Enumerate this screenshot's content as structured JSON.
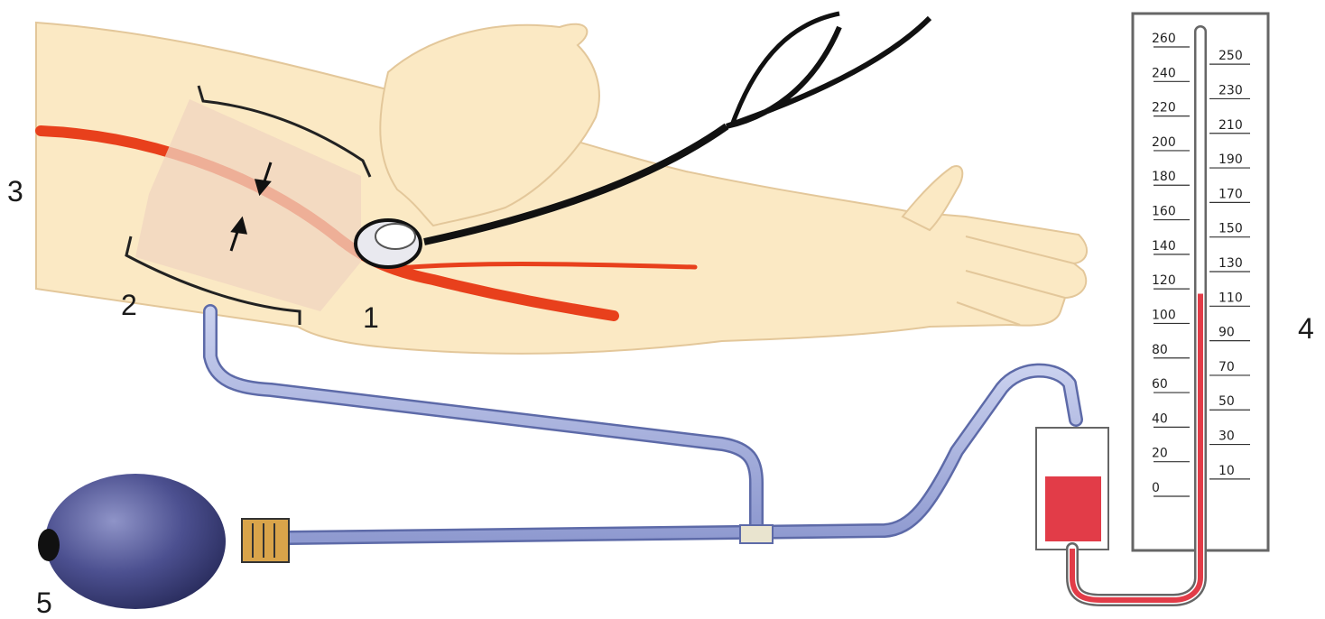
{
  "labels": {
    "stethoscope": "1",
    "cuff": "2",
    "artery": "3",
    "manometer": "4",
    "bulb": "5"
  },
  "manometer": {
    "left_scale": [
      "260",
      "240",
      "220",
      "200",
      "180",
      "160",
      "140",
      "120",
      "100",
      "80",
      "60",
      "40",
      "20",
      "0"
    ],
    "right_scale": [
      "250",
      "230",
      "210",
      "190",
      "170",
      "150",
      "130",
      "110",
      "90",
      "70",
      "50",
      "30",
      "10"
    ],
    "mercury_level_mmHg": 112
  },
  "colors": {
    "skin": "#fbe9c4",
    "skin_outline": "#e3c79a",
    "artery": "#e8401c",
    "tube": "#a7b2dc",
    "tube_outline": "#5d6aa8",
    "bulb": "#4c5090",
    "mercury": "#e23c48",
    "cuff": "#f0d4c0"
  },
  "icons": [
    "stethoscope-icon",
    "pressure-arrow-icon",
    "rubber-bulb-icon",
    "valve-icon"
  ]
}
